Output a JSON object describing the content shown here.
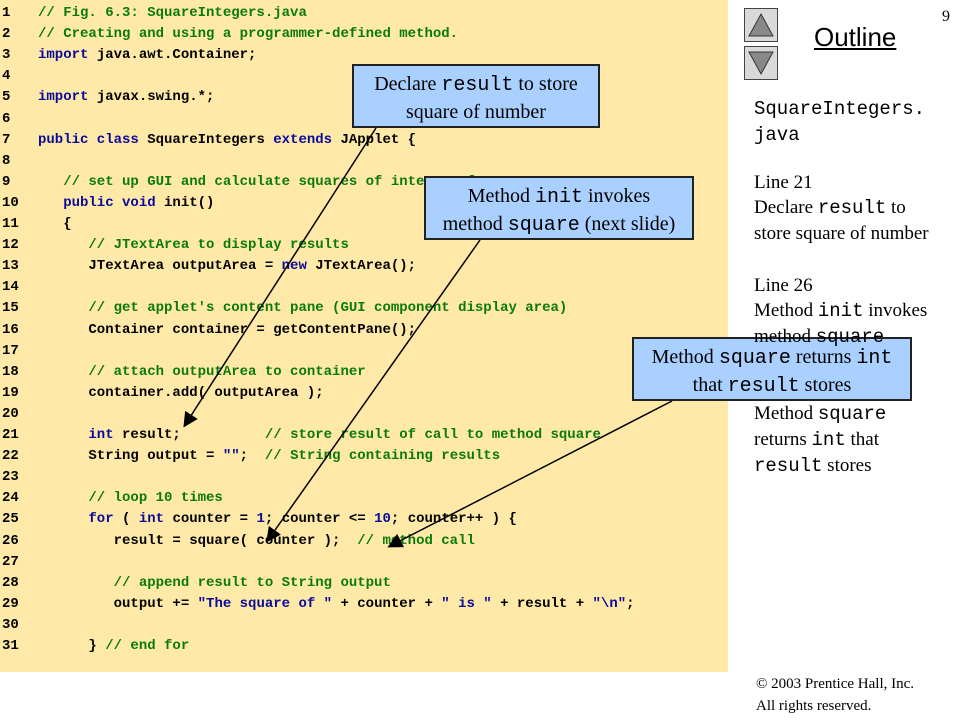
{
  "code_lines": [
    {
      "n": "1",
      "t": [
        [
          "c",
          "// Fig. 6.3: SquareIntegers.java"
        ]
      ]
    },
    {
      "n": "2",
      "t": [
        [
          "c",
          "// Creating and using a programmer-defined method."
        ]
      ]
    },
    {
      "n": "3",
      "t": [
        [
          "k",
          "import"
        ],
        [
          "n",
          " java.awt.Container;"
        ]
      ]
    },
    {
      "n": "4",
      "t": []
    },
    {
      "n": "5",
      "t": [
        [
          "k",
          "import"
        ],
        [
          "n",
          " javax.swing.*;"
        ]
      ]
    },
    {
      "n": "6",
      "t": []
    },
    {
      "n": "7",
      "t": [
        [
          "k",
          "public class"
        ],
        [
          "n",
          " SquareIntegers "
        ],
        [
          "k",
          "extends"
        ],
        [
          "n",
          " JApplet {"
        ]
      ]
    },
    {
      "n": "8",
      "t": []
    },
    {
      "n": "9",
      "t": [
        [
          "c",
          "   // set up GUI and calculate squares of integers from 1 to 10"
        ]
      ]
    },
    {
      "n": "10",
      "t": [
        [
          "k",
          "   public void"
        ],
        [
          "n",
          " init()"
        ]
      ]
    },
    {
      "n": "11",
      "t": [
        [
          "n",
          "   {"
        ]
      ]
    },
    {
      "n": "12",
      "t": [
        [
          "c",
          "      // JTextArea to display results"
        ]
      ]
    },
    {
      "n": "13",
      "t": [
        [
          "n",
          "      JTextArea outputArea = "
        ],
        [
          "k",
          "new"
        ],
        [
          "n",
          " JTextArea();"
        ]
      ]
    },
    {
      "n": "14",
      "t": []
    },
    {
      "n": "15",
      "t": [
        [
          "c",
          "      // get applet's content pane (GUI component display area)"
        ]
      ]
    },
    {
      "n": "16",
      "t": [
        [
          "n",
          "      Container container = getContentPane();"
        ]
      ]
    },
    {
      "n": "17",
      "t": []
    },
    {
      "n": "18",
      "t": [
        [
          "c",
          "      // attach outputArea to container"
        ]
      ]
    },
    {
      "n": "19",
      "t": [
        [
          "n",
          "      container.add( outputArea );"
        ]
      ]
    },
    {
      "n": "20",
      "t": []
    },
    {
      "n": "21",
      "t": [
        [
          "k",
          "      int"
        ],
        [
          "n",
          " result;          "
        ],
        [
          "c",
          "// store result of call to method square"
        ]
      ]
    },
    {
      "n": "22",
      "t": [
        [
          "n",
          "      String output = "
        ],
        [
          "s",
          "\"\""
        ],
        [
          "n",
          ";  "
        ],
        [
          "c",
          "// String containing results"
        ]
      ]
    },
    {
      "n": "23",
      "t": []
    },
    {
      "n": "24",
      "t": [
        [
          "c",
          "      // loop 10 times"
        ]
      ]
    },
    {
      "n": "25",
      "t": [
        [
          "k",
          "      for"
        ],
        [
          "n",
          " ( "
        ],
        [
          "k",
          "int"
        ],
        [
          "n",
          " counter = "
        ],
        [
          "s",
          "1"
        ],
        [
          "n",
          "; counter <= "
        ],
        [
          "s",
          "10"
        ],
        [
          "n",
          "; counter++ ) {"
        ]
      ]
    },
    {
      "n": "26",
      "t": [
        [
          "n",
          "         result = square( counter );  "
        ],
        [
          "c",
          "// method call"
        ]
      ]
    },
    {
      "n": "27",
      "t": []
    },
    {
      "n": "28",
      "t": [
        [
          "c",
          "         // append result to String output"
        ]
      ]
    },
    {
      "n": "29",
      "t": [
        [
          "n",
          "         output += "
        ],
        [
          "s",
          "\"The square of \""
        ],
        [
          "n",
          " + counter + "
        ],
        [
          "s",
          "\" is \""
        ],
        [
          "n",
          " + result + "
        ],
        [
          "s",
          "\"\\n\""
        ],
        [
          "n",
          ";"
        ]
      ]
    },
    {
      "n": "30",
      "t": []
    },
    {
      "n": "31",
      "t": [
        [
          "n",
          "      } "
        ],
        [
          "c",
          "// end for"
        ]
      ]
    }
  ],
  "callouts": {
    "c1": {
      "a": "Declare ",
      "b": "result",
      "c": " to store",
      "d": "square of number"
    },
    "c2": {
      "a": "Method ",
      "b": "init",
      "c": " invokes",
      "d1": "method ",
      "d2": "square",
      "d3": " (next slide)"
    },
    "c3": {
      "a": "Method ",
      "b": "square",
      "c": " returns ",
      "d": "int",
      "e1": "that ",
      "e2": "result",
      "e3": " stores"
    }
  },
  "sidebar": {
    "page_number": "9",
    "outline_label": "Outline",
    "filename_line1": "SquareIntegers.",
    "filename_line2": "java",
    "line21": {
      "label": "Line 21",
      "p1": "Declare ",
      "p2": "result",
      "p3": " to",
      "p4": "store square of number"
    },
    "line26": {
      "label": "Line 26",
      "p1": "Method ",
      "p2": "init",
      "p3": " invokes",
      "p4": "method ",
      "p5": "square"
    },
    "line28": {
      "p1": "Method ",
      "p2": "square",
      "p3": "returns ",
      "p4": "int",
      "p5": " that",
      "p6": "result",
      "p7": " stores"
    },
    "copyright_line1": "© 2003 Prentice Hall, Inc.",
    "copyright_line2": "All rights reserved."
  },
  "icons": {
    "up": "up-triangle-icon",
    "down": "down-triangle-icon"
  }
}
